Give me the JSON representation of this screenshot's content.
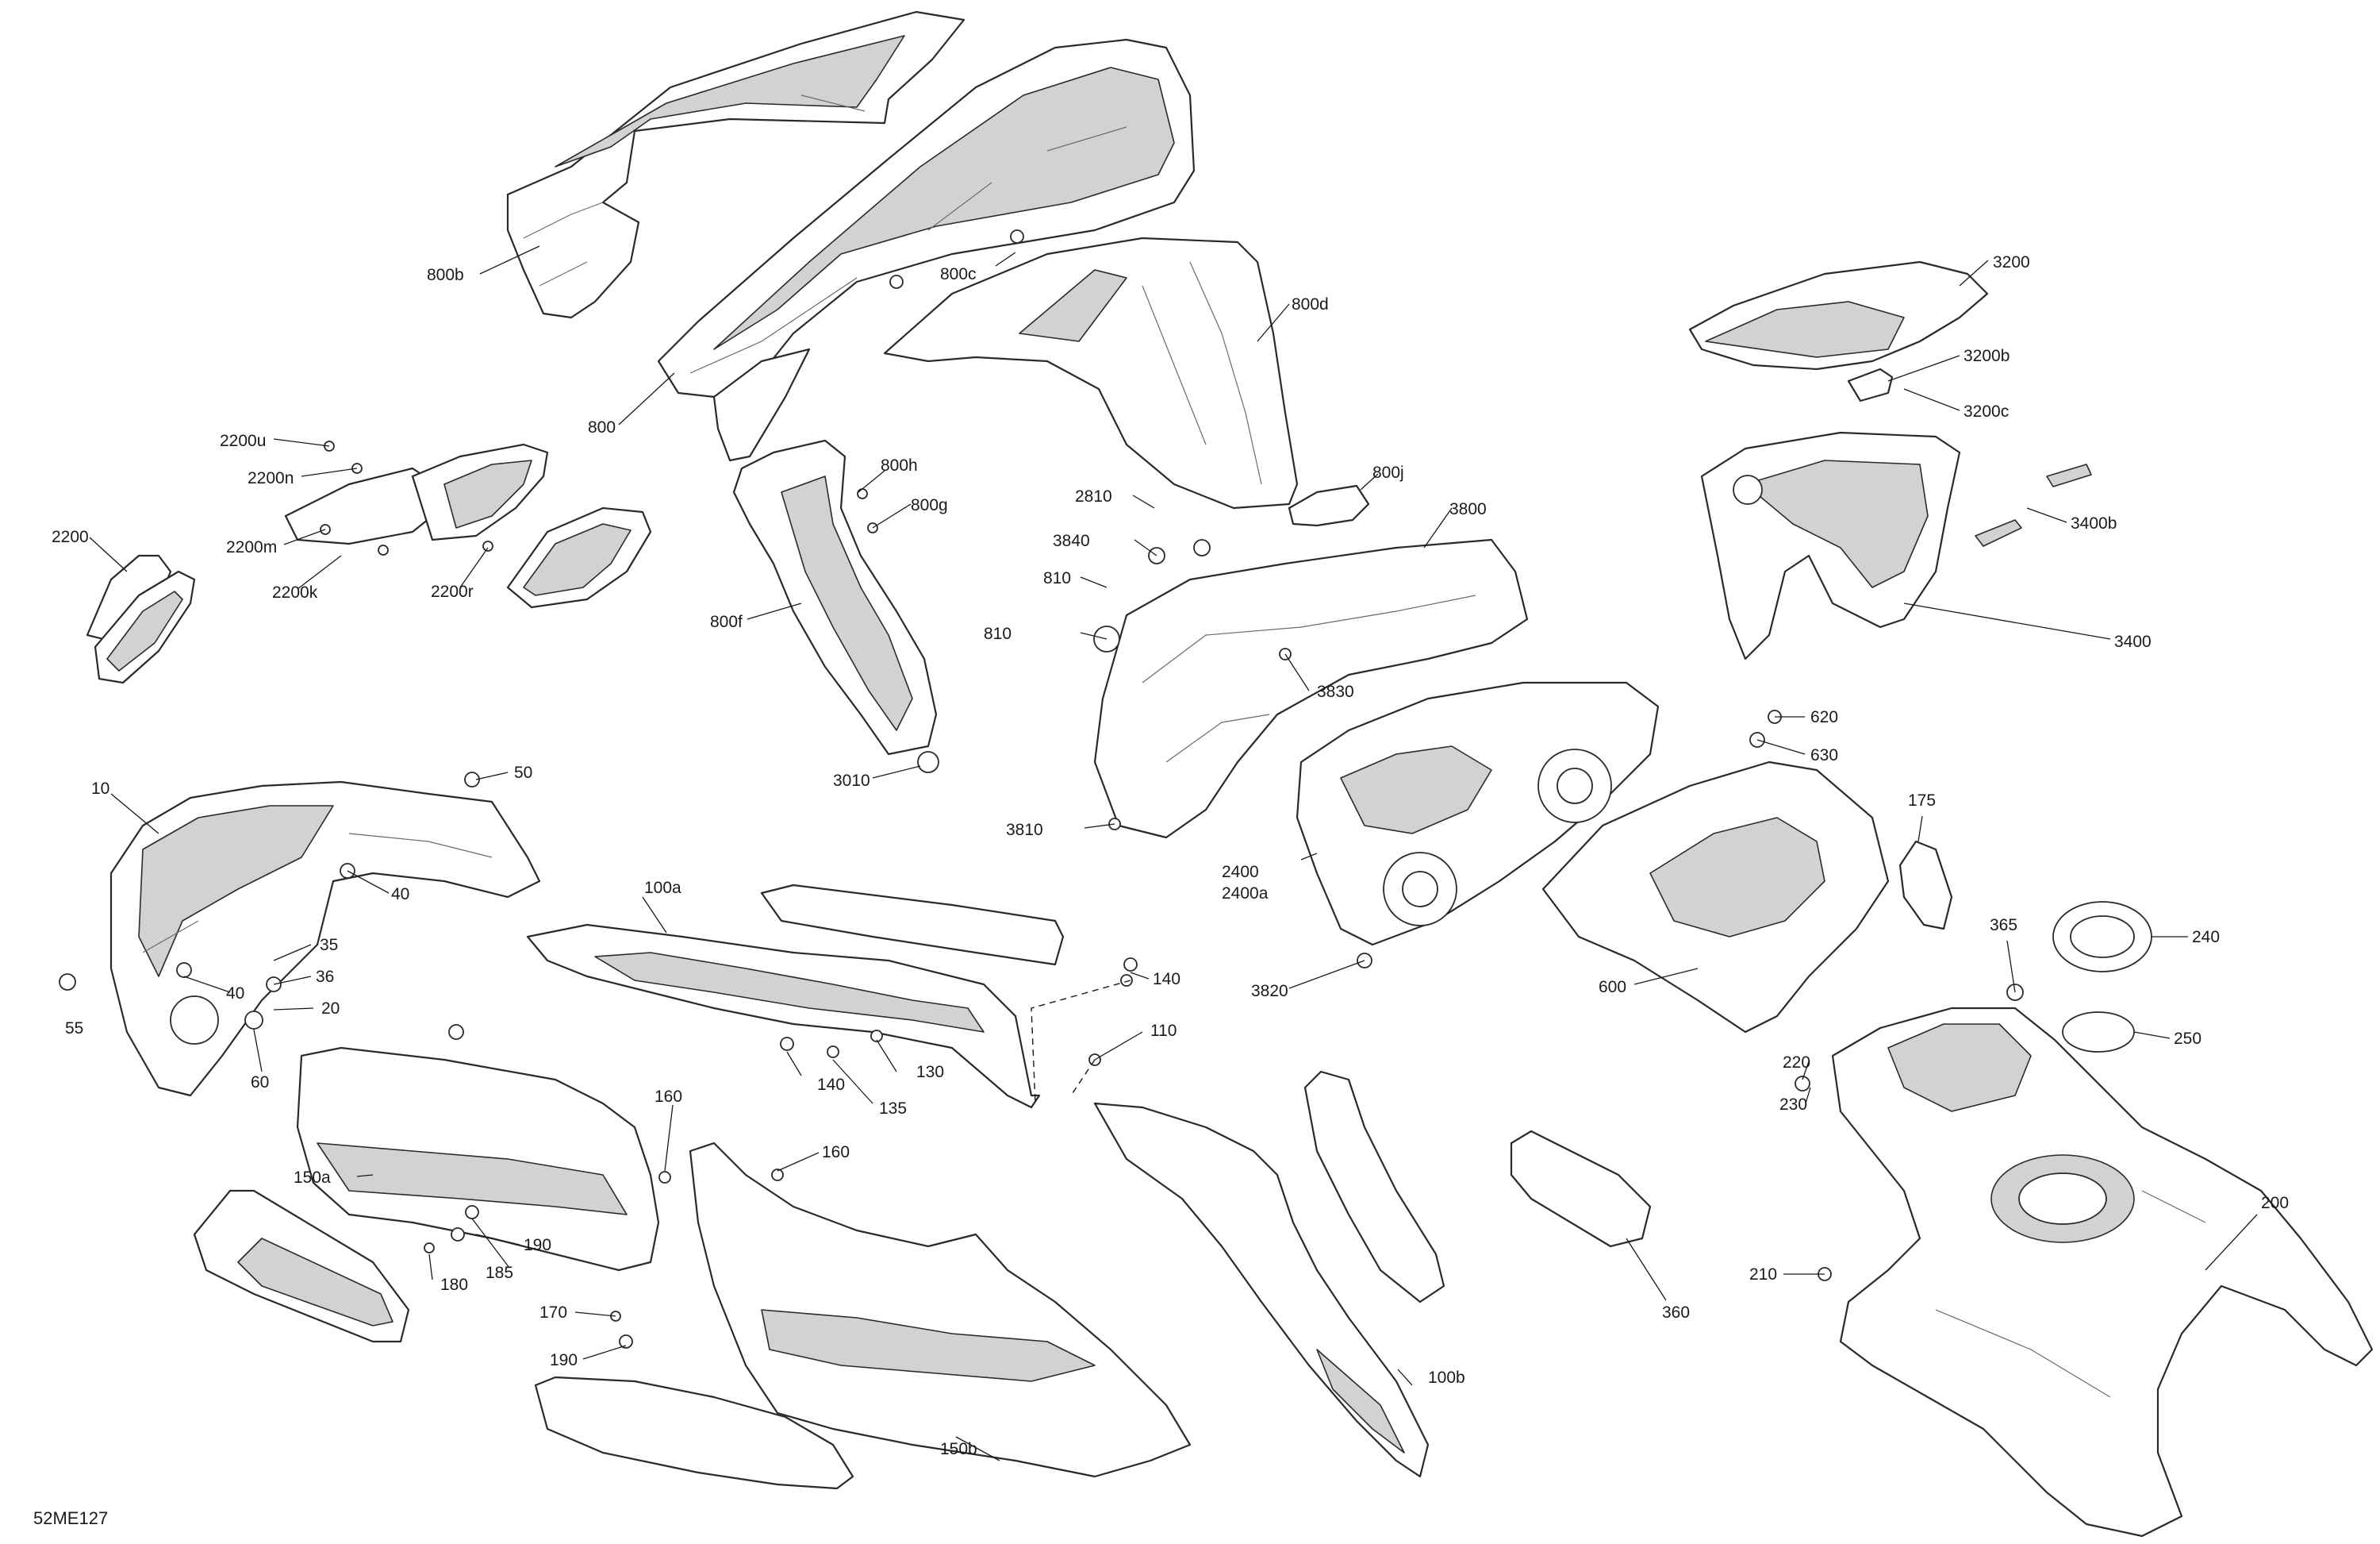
{
  "diagram_code": "52ME127",
  "callouts": {
    "c_800b": "800b",
    "c_800c": "800c",
    "c_800d": "800d",
    "c_800": "800",
    "c_800h": "800h",
    "c_800g": "800g",
    "c_800f": "800f",
    "c_800j": "800j",
    "c_2200u": "2200u",
    "c_2200n": "2200n",
    "c_2200m": "2200m",
    "c_2200k": "2200k",
    "c_2200r": "2200r",
    "c_2200": "2200",
    "c_2810": "2810",
    "c_3840": "3840",
    "c_810a": "810",
    "c_810b": "810",
    "c_3800": "3800",
    "c_3830": "3830",
    "c_3010": "3010",
    "c_3810": "3810",
    "c_3820": "3820",
    "c_2400": "2400",
    "c_2400a": "2400a",
    "c_3200": "3200",
    "c_3200b": "3200b",
    "c_3200c": "3200c",
    "c_3400b": "3400b",
    "c_3400": "3400",
    "c_620": "620",
    "c_630": "630",
    "c_600": "600",
    "c_175": "175",
    "c_365": "365",
    "c_240": "240",
    "c_250": "250",
    "c_220": "220",
    "c_230": "230",
    "c_200": "200",
    "c_210": "210",
    "c_360": "360",
    "c_10": "10",
    "c_50": "50",
    "c_40a": "40",
    "c_35": "35",
    "c_36": "36",
    "c_40b": "40",
    "c_20": "20",
    "c_55": "55",
    "c_60": "60",
    "c_100a": "100a",
    "c_140a": "140",
    "c_140b": "140",
    "c_135": "135",
    "c_130": "130",
    "c_110": "110",
    "c_100b": "100b",
    "c_150a": "150a",
    "c_150b": "150b",
    "c_160a": "160",
    "c_160b": "160",
    "c_190a": "190",
    "c_190b": "190",
    "c_185": "185",
    "c_180": "180",
    "c_170": "170"
  }
}
